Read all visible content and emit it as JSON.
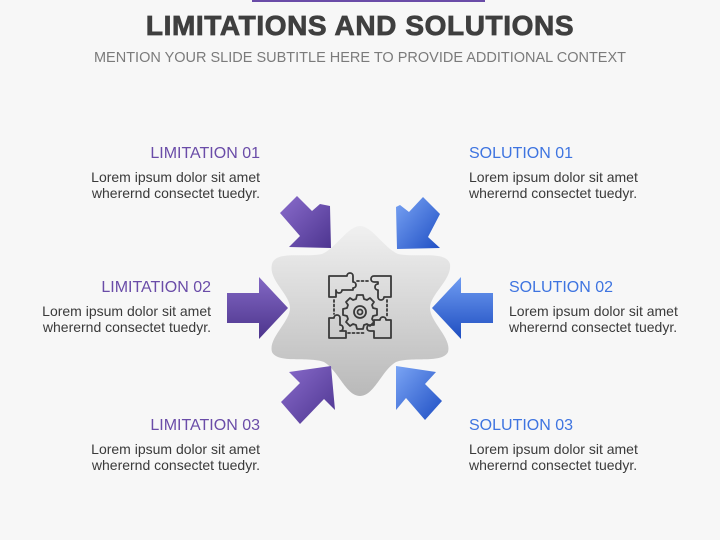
{
  "header": {
    "title": "LIMITATIONS AND SOLUTIONS",
    "subtitle": "MENTION YOUR SLIDE SUBTITLE HERE TO PROVIDE ADDITIONAL CONTEXT"
  },
  "colors": {
    "limitation_accent": "#6a4ca8",
    "solution_accent": "#3e74e0",
    "title_text": "#3f3f3f",
    "subtitle_text": "#7b7b7b",
    "background": "#f7f7f7"
  },
  "center": {
    "icon": "puzzle-gear-icon"
  },
  "limitations": [
    {
      "heading": "LIMITATION 01",
      "line1": "Lorem ipsum dolor sit amet",
      "line2": "wherernd consectet tuedyr."
    },
    {
      "heading": "LIMITATION 02",
      "line1": "Lorem ipsum dolor sit amet",
      "line2": "wherernd consectet tuedyr."
    },
    {
      "heading": "LIMITATION 03",
      "line1": "Lorem ipsum dolor sit amet",
      "line2": "wherernd consectet tuedyr."
    }
  ],
  "solutions": [
    {
      "heading": "SOLUTION 01",
      "line1": "Lorem ipsum dolor sit amet",
      "line2": "wherernd consectet tuedyr."
    },
    {
      "heading": "SOLUTION 02",
      "line1": "Lorem ipsum dolor sit amet",
      "line2": "wherernd consectet tuedyr."
    },
    {
      "heading": "SOLUTION 03",
      "line1": "Lorem ipsum dolor sit amet",
      "line2": "wherernd consectet tuedyr."
    }
  ]
}
